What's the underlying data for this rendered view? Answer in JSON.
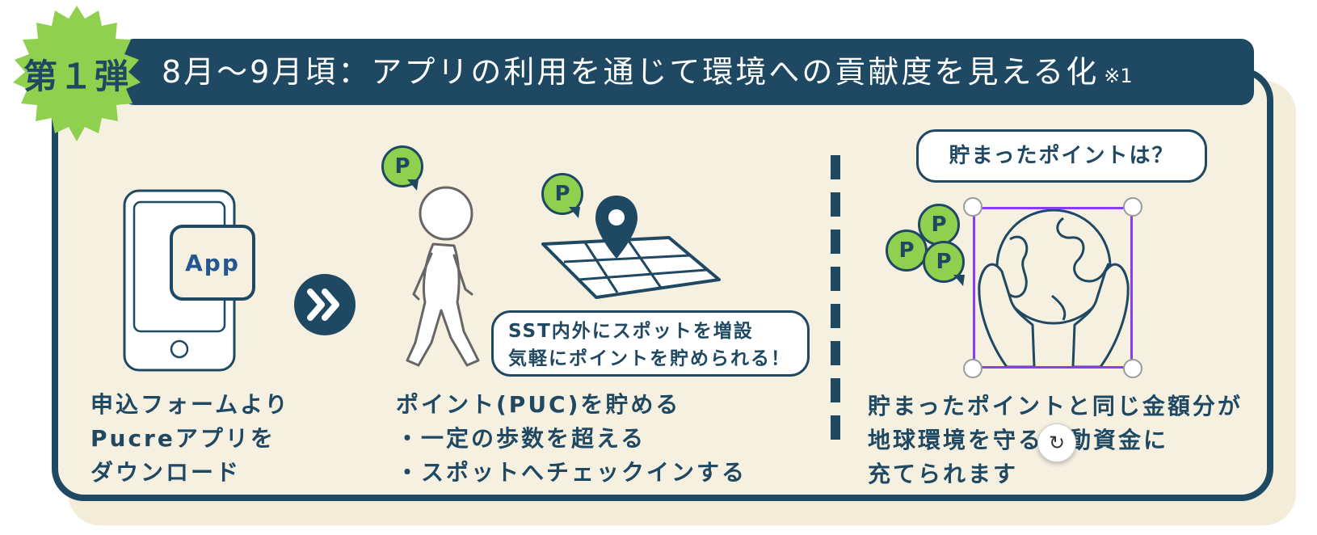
{
  "badge": {
    "label": "第１弾"
  },
  "title": {
    "text": "8月～9月頃：アプリの利用を通じて環境への貢献度を見える化",
    "note": "※1"
  },
  "step1": {
    "app_label": "App",
    "caption_lines": [
      "申込フォームより",
      "Pucreアプリを",
      "ダウンロード"
    ]
  },
  "arrow": {
    "icon": "double-chevron-right-icon"
  },
  "step2": {
    "point_badges": [
      "P",
      "P"
    ],
    "speech_lines": [
      "SST内外にスポットを増設",
      "気軽にポイントを貯められる！"
    ],
    "caption_lines": [
      "ポイント(PUC)を貯める",
      "・一定の歩数を超える",
      "・スポットへチェックインする"
    ]
  },
  "step3": {
    "question": "貯まったポイントは？",
    "point_badges": [
      "P",
      "P",
      "P"
    ],
    "caption_lines": [
      "貯まったポイントと同じ金額分が",
      "地球環境を守る活動資金に",
      "充てられます"
    ],
    "rotate_icon": "rotate-icon"
  },
  "colors": {
    "navy": "#1f4863",
    "cream": "#f6f0e1",
    "green": "#8fd14f",
    "selection": "#8a3cf0"
  }
}
